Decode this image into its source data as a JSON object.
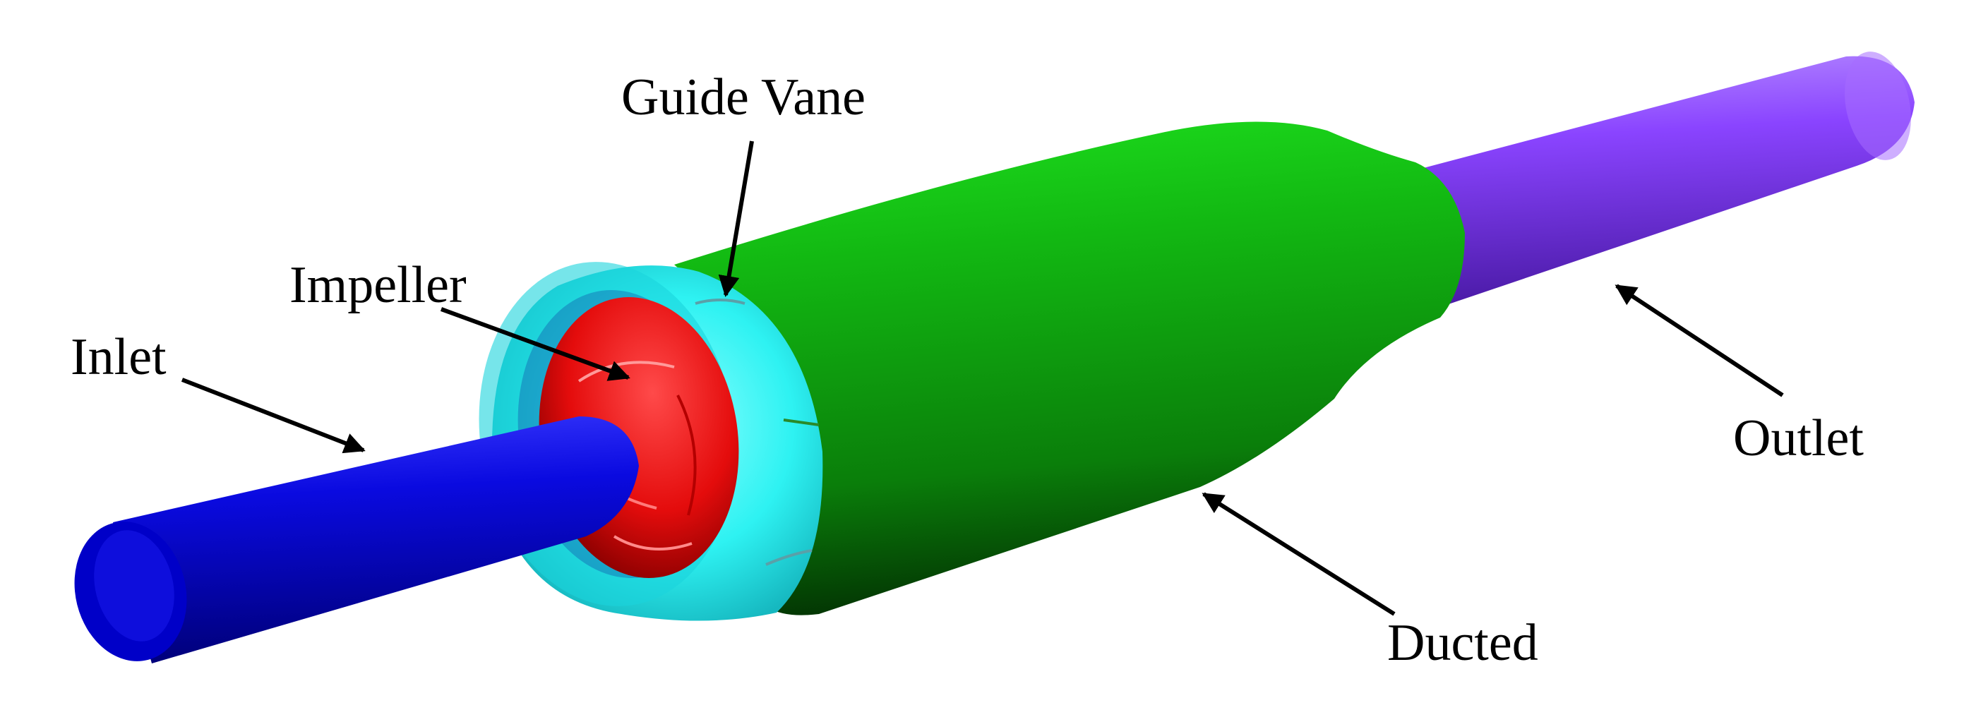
{
  "labels": {
    "guide_vane": "Guide Vane",
    "impeller": "Impeller",
    "inlet": "Inlet",
    "outlet": "Outlet",
    "ducted": "Ducted"
  },
  "colors": {
    "inlet": "#0a0ad8",
    "impeller": "#f01010",
    "guide_vane": "#2ef2f2",
    "ducted": "#12b812",
    "outlet": "#8a44ff",
    "background": "#ffffff",
    "text": "#000000"
  }
}
